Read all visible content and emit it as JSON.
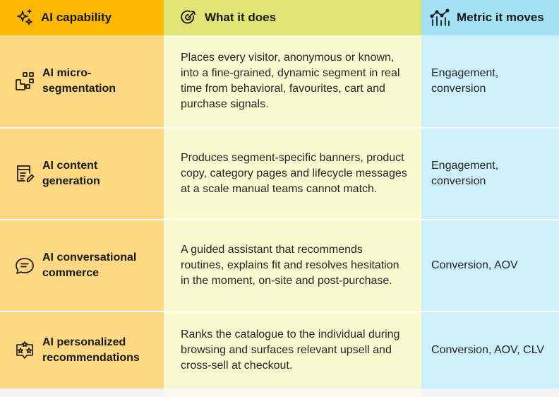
{
  "header": {
    "capability": "AI capability",
    "does": "What it does",
    "metric": "Metric it moves"
  },
  "rows": [
    {
      "capability": "AI micro-segmentation",
      "icon": "segmentation-icon",
      "does": "Places every visitor, anonymous or known, into a fine-grained, dynamic segment in real time from behavioral, favourites, cart and purchase signals.",
      "metric": "Engagement, conversion"
    },
    {
      "capability": "AI content generation",
      "icon": "content-document-icon",
      "does": "Produces segment-specific banners, product copy, category pages and lifecycle messages at a scale manual teams cannot match.",
      "metric": "Engagement, conversion"
    },
    {
      "capability": "AI conversational commerce",
      "icon": "chat-bubble-icon",
      "does": "A guided assistant that recommends routines, explains fit and resolves hesitation in the moment, on-site and post-purchase.",
      "metric": "Conversion, AOV"
    },
    {
      "capability": "AI personalized recommendations",
      "icon": "stars-recommendation-icon",
      "does": "Ranks the catalogue to the individual during browsing and surfaces relevant upsell and cross-sell at checkout.",
      "metric": "Conversion, AOV, CLV"
    }
  ],
  "colors": {
    "header_capability": "#fbb701",
    "header_does": "#e0e574",
    "header_metric": "#a3e2f4",
    "col_capability": "#fed882",
    "col_does": "#f9fad0",
    "col_metric": "#cdf0fa"
  }
}
